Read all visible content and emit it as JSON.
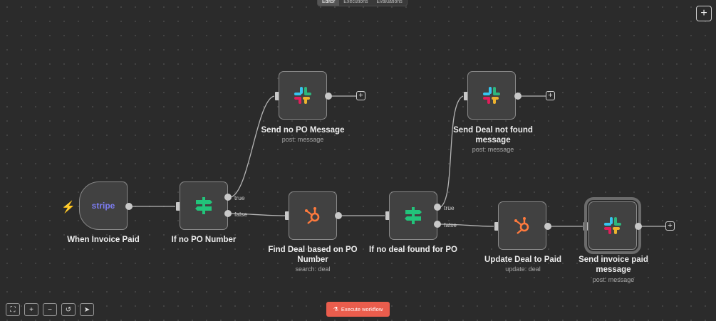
{
  "tabs": [
    {
      "label": "Editor",
      "active": true
    },
    {
      "label": "Executions",
      "active": false
    },
    {
      "label": "Evaluations",
      "active": false
    }
  ],
  "top_add_symbol": "+",
  "nodes": {
    "when_invoice_paid": {
      "title": "When Invoice Paid",
      "subtitle": "",
      "icon": "stripe-logo",
      "icon_text": "stripe"
    },
    "if_no_po": {
      "title": "If no PO Number",
      "subtitle": "",
      "icon": "signpost-icon"
    },
    "send_no_po": {
      "title": "Send no PO Message",
      "subtitle": "post: message",
      "icon": "slack-icon"
    },
    "find_deal": {
      "title": "Find Deal based on PO Number",
      "subtitle": "search: deal",
      "icon": "hubspot-icon"
    },
    "if_no_deal": {
      "title": "If no deal found for PO",
      "subtitle": "",
      "icon": "signpost-icon"
    },
    "send_deal_not_found": {
      "title": "Send Deal not found message",
      "subtitle": "post: message",
      "icon": "slack-icon"
    },
    "update_deal": {
      "title": "Update Deal to Paid",
      "subtitle": "update: deal",
      "icon": "hubspot-icon"
    },
    "send_invoice_paid": {
      "title": "Send invoice paid message",
      "subtitle": "post: message",
      "icon": "slack-icon"
    }
  },
  "edge_labels": {
    "if1_true": "true",
    "if1_false": "false",
    "if2_true": "true",
    "if2_false": "false"
  },
  "controls": [
    {
      "name": "fit-view",
      "symbol": "⛶"
    },
    {
      "name": "zoom-in",
      "symbol": "+"
    },
    {
      "name": "zoom-out",
      "symbol": "−"
    },
    {
      "name": "reset",
      "symbol": "↺"
    },
    {
      "name": "select",
      "symbol": "➤"
    }
  ],
  "execute_button": {
    "label": "Execute workflow"
  },
  "colors": {
    "canvas": "#2b2b2b",
    "node_bg": "#414141",
    "execute": "#ea5d4d",
    "trigger_bolt": "#ff6b4a",
    "stripe": "#7c7cf0",
    "hubspot": "#ff7a3d",
    "signpost": "#22c37a"
  }
}
